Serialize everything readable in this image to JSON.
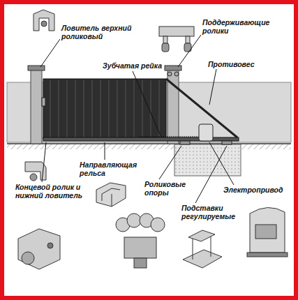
{
  "diagram": {
    "labels": [
      "Ловитель верхний роликовый",
      "Поддерживающие ролики",
      "Зубчатая рейка",
      "Противовес",
      "Направляющая рельса",
      "Роликовые опоры",
      "Концевой ролик и нижний ловитель",
      "Электропривод",
      "Подставки регулируемые"
    ]
  }
}
